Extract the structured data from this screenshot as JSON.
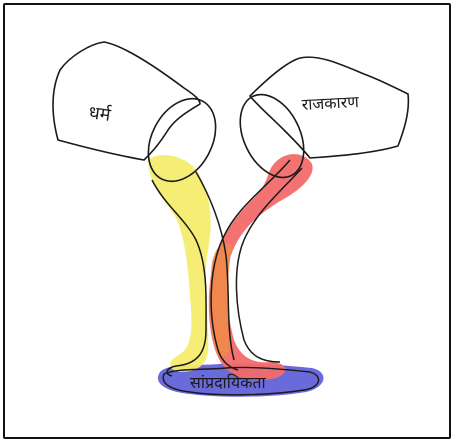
{
  "labels": {
    "left_pot": "धर्म",
    "right_pot": "राजकारण",
    "bottom_pool": "सांप्रदायिकता"
  },
  "colors": {
    "stream_left": "#f6ec6e",
    "stream_right": "#f26b6b",
    "overlap": "#f08a4a",
    "pool": "#5a5ad6",
    "ink": "#1a1a1a"
  }
}
